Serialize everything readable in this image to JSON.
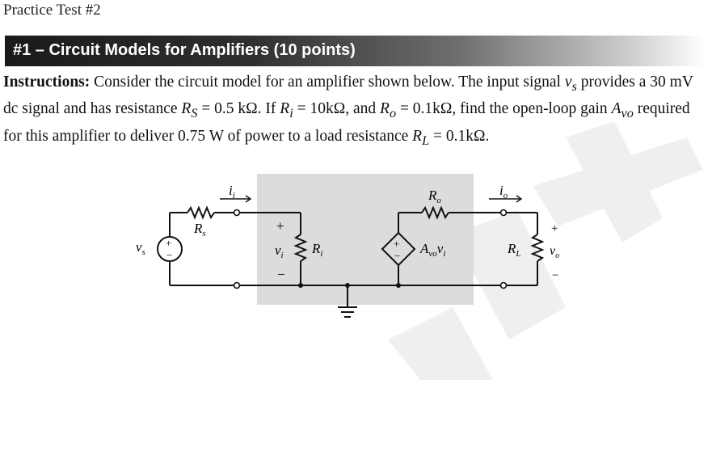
{
  "header": {
    "label": "Practice Test #2"
  },
  "section": {
    "title": "#1 – Circuit Models for Amplifiers (10 points)"
  },
  "instructions": {
    "lead": "Instructions:",
    "t1": " Consider the circuit model for an amplifier shown below. The input signal ",
    "vs": "v",
    "vs_sub": "s",
    "t2": " provides a 30 mV dc signal and has resistance ",
    "Rs": "R",
    "Rs_sub": "S",
    "t3": " = 0.5 kΩ. If ",
    "Ri": "R",
    "Ri_sub": "i",
    "t4": " = 10kΩ, and ",
    "Ro": "R",
    "Ro_sub": "o",
    "t5": " = 0.1kΩ, find the open-loop gain ",
    "Avo": "A",
    "Avo_sub": "vo",
    "t6": " required for this amplifier to deliver 0.75 W of power to a load resistance ",
    "RL": "R",
    "RL_sub": "L",
    "t7": " = 0.1kΩ."
  },
  "circuit": {
    "labels": {
      "ii": "i",
      "ii_sub": "i",
      "io": "i",
      "io_sub": "o",
      "Rs": "R",
      "Rs_sub": "s",
      "vs": "v",
      "vs_sub": "s",
      "vi": "v",
      "vi_sub": "i",
      "Ri": "R",
      "Ri_sub": "i",
      "Ro": "R",
      "Ro_sub": "o",
      "gain": "A",
      "gain_sub": "vo",
      "gain_v": "v",
      "gain_v_sub": "i",
      "RL": "R",
      "RL_sub": "L",
      "vo": "v",
      "vo_sub": "o",
      "plus": "+",
      "minus": "−"
    }
  },
  "colors": {
    "banner_dark": "#1a1a1a",
    "circuit_box": "#dcdcdc",
    "watermark": "#eeeeee"
  }
}
